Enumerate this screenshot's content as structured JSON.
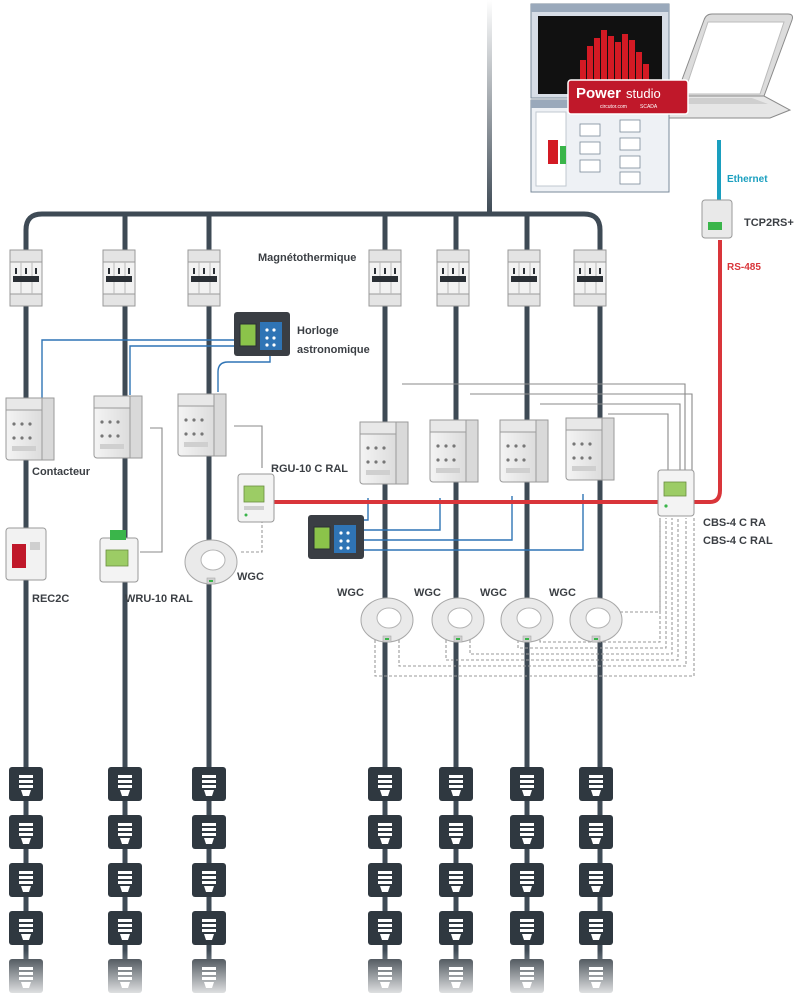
{
  "labels": {
    "magnetothermique": "Magnétothermique",
    "horloge_line1": "Horloge",
    "horloge_line2": "astronomique",
    "contacteur": "Contacteur",
    "rgu": "RGU-10 C RAL",
    "rec2c": "REC2C",
    "wru": "WRU-10 RAL",
    "wgc": "WGC",
    "cbs_line1": "CBS-4 C RA",
    "cbs_line2": "CBS-4 C RAL",
    "tcp2rs": "TCP2RS+",
    "ethernet": "Ethernet",
    "rs485": "RS-485"
  },
  "software": {
    "brand_main": "Power",
    "brand_sub": "studio",
    "brand_url": "circutor.com",
    "brand_edition": "SCADA"
  },
  "colors": {
    "bus": "#3e4a55",
    "ethernet": "#1a9fbf",
    "rs485": "#d9353a",
    "control": "#2f74b5",
    "dashed": "#9a9a9a",
    "brand": "#c0182a"
  },
  "icons": {
    "breaker": "breaker-icon",
    "contactor": "contactor-icon",
    "clock": "astronomic-clock-icon",
    "lamp": "lamp-icon",
    "toroid": "toroid-icon",
    "laptop": "laptop-icon",
    "converter": "converter-icon"
  }
}
